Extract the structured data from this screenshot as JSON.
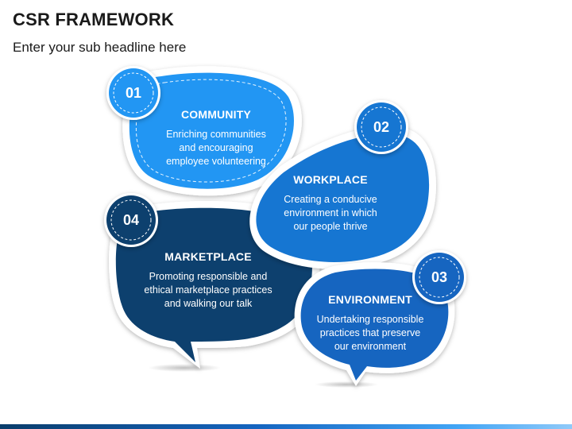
{
  "header": {
    "title": "CSR FRAMEWORK",
    "subtitle": "Enter your sub headline here"
  },
  "colors": {
    "community": "#2196f3",
    "workplace": "#1976d2",
    "environment": "#1565c0",
    "marketplace": "#0d3f6e"
  },
  "items": [
    {
      "number": "01",
      "heading": "COMMUNITY",
      "line1": "Enriching communities",
      "line2": "and encouraging",
      "line3": "employee volunteering"
    },
    {
      "number": "02",
      "heading": "WORKPLACE",
      "line1": "Creating a conducive",
      "line2": "environment in which",
      "line3": "our people thrive"
    },
    {
      "number": "03",
      "heading": "ENVIRONMENT",
      "line1": "Undertaking responsible",
      "line2": "practices that preserve",
      "line3": "our environment"
    },
    {
      "number": "04",
      "heading": "MARKETPLACE",
      "line1": "Promoting responsible and",
      "line2": "ethical marketplace practices",
      "line3": "and walking our talk"
    }
  ]
}
